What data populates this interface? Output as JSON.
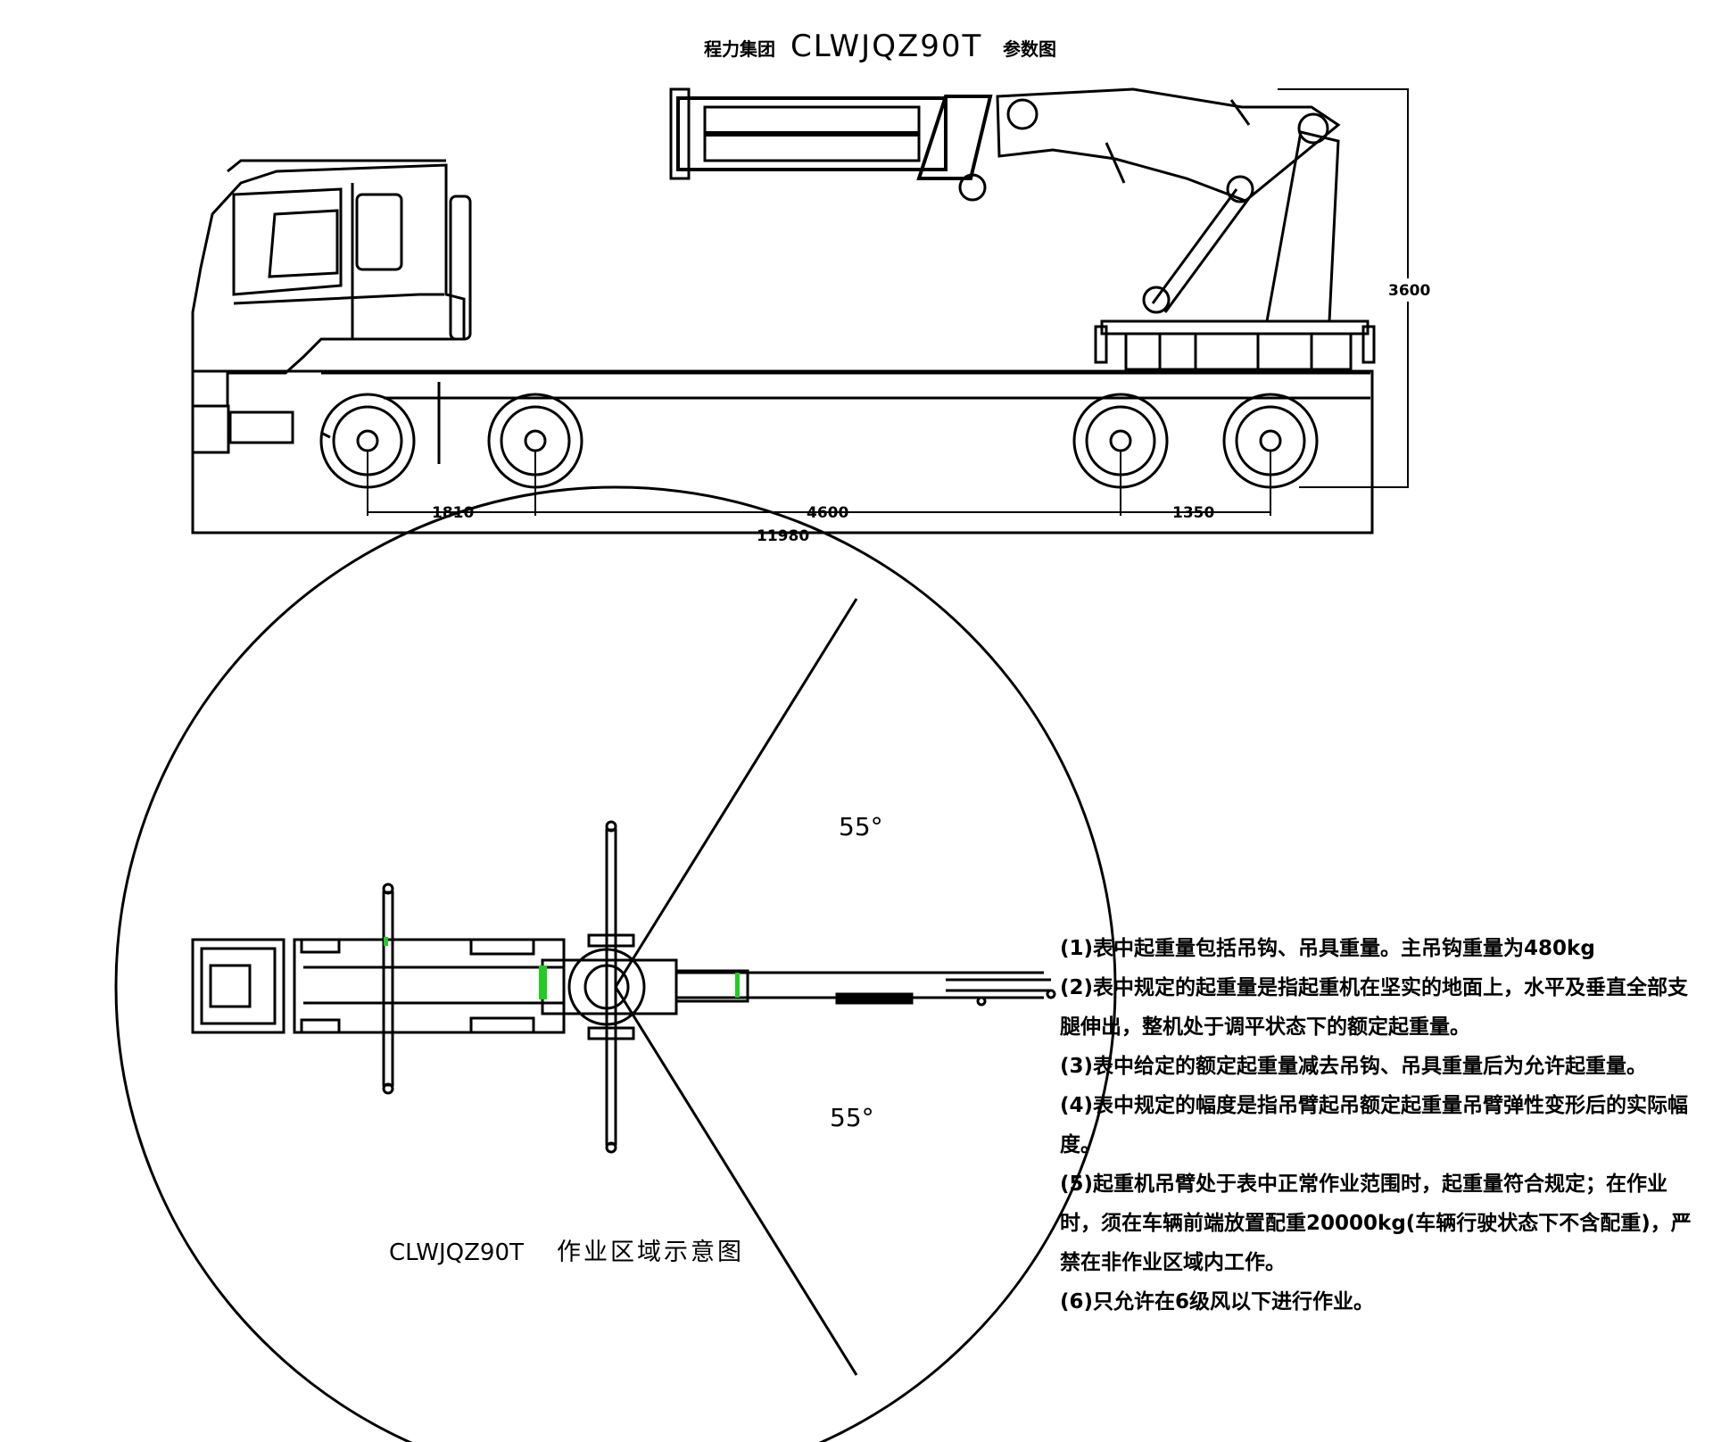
{
  "header": {
    "company": "程力集团",
    "model": "CLWJQZ90T",
    "suffix": "参数图"
  },
  "dimensions": {
    "height": "3600",
    "axle_1": "1810",
    "axle_2": "4600",
    "axle_3": "1350",
    "overall_length": "11980"
  },
  "work_area": {
    "angle_upper": "55°",
    "angle_lower": "55°",
    "caption_model": "CLWJQZ90T",
    "caption_text": "作业区域示意图"
  },
  "notes": [
    "(1)表中起重量包括吊钩、吊具重量。主吊钩重量为480kg",
    "(2)表中规定的起重量是指起重机在坚实的地面上，水平及垂直全部支腿伸出，整机处于调平状态下的额定起重量。",
    "(3)表中给定的额定起重量减去吊钩、吊具重量后为允许起重量。",
    "(4)表中规定的幅度是指吊臂起吊额定起重量吊臂弹性变形后的实际幅度。",
    "(5)起重机吊臂处于表中正常作业范围时，起重量符合规定；在作业时，须在车辆前端放置配重20000kg(车辆行驶状态下不含配重)，严禁在非作业区域内工作。",
    "(6)只允许在6级风以下进行作业。"
  ],
  "colors": {
    "line": "#000000",
    "highlight": "#22cc22",
    "background": "#ffffff"
  }
}
